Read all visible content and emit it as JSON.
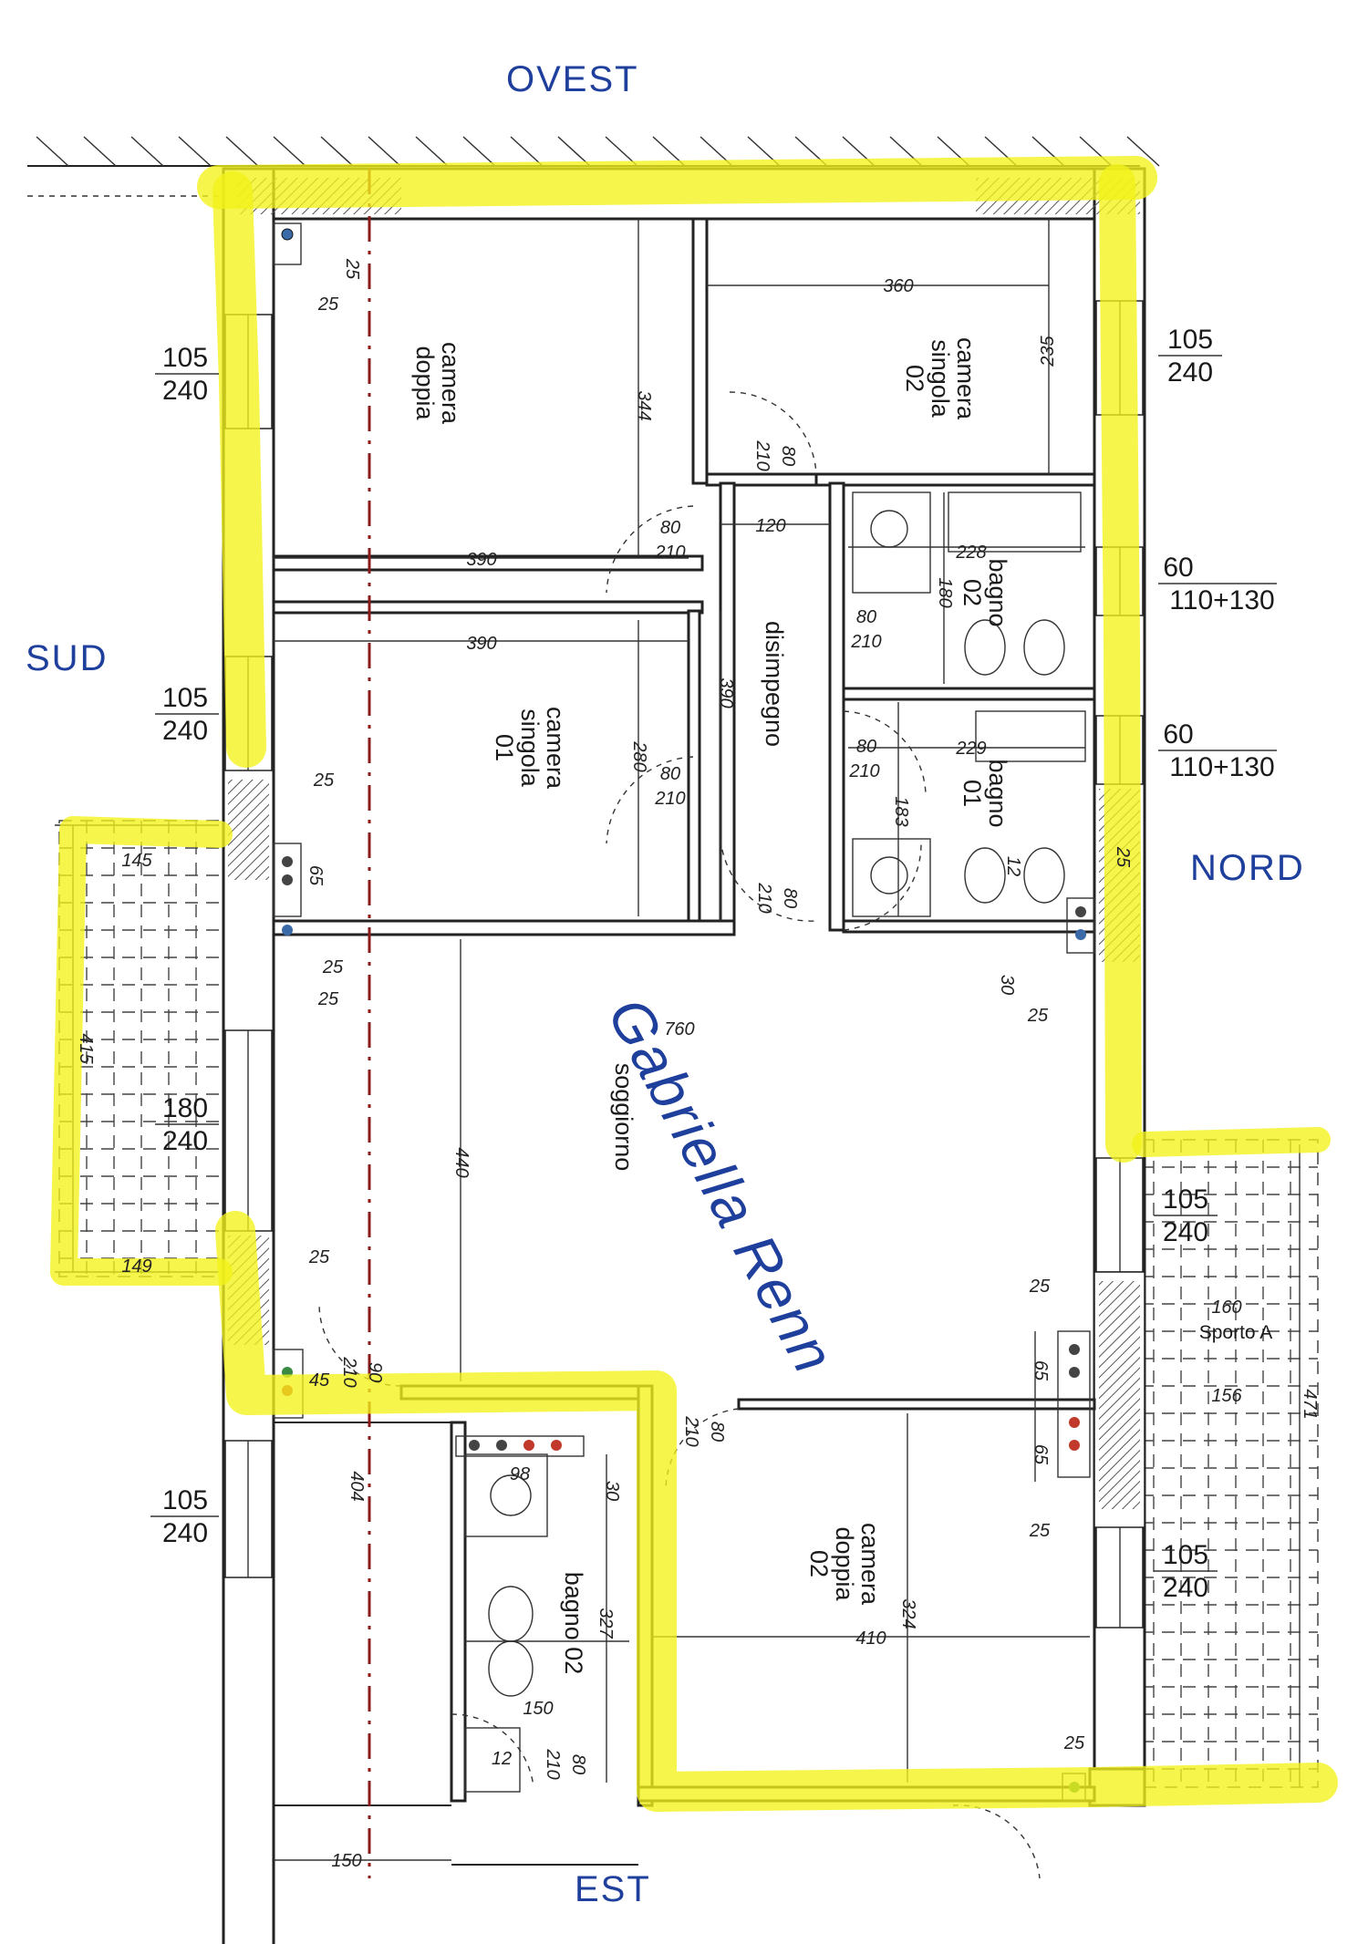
{
  "orientation": {
    "west": "OVEST",
    "south": "SUD",
    "north": "NORD",
    "east": "EST"
  },
  "rooms": {
    "camera_doppia": {
      "line1": "camera",
      "line2": "doppia"
    },
    "camera_singola_02": {
      "line1": "camera",
      "line2": "singola",
      "line3": "02"
    },
    "camera_singola_01": {
      "line1": "camera",
      "line2": "singola",
      "line3": "01"
    },
    "disimpegno": "disimpegno",
    "bagno_02_top": {
      "line1": "bagno",
      "line2": "02"
    },
    "bagno_01": {
      "line1": "bagno",
      "line2": "01"
    },
    "soggiorno": "soggiorno",
    "camera_doppia_02": {
      "line1": "camera",
      "line2": "doppia",
      "line3": "02"
    },
    "bagno_02_bottom": "bagno 02"
  },
  "windows": {
    "s1": {
      "w": "105",
      "h": "240"
    },
    "s2": {
      "w": "105",
      "h": "240"
    },
    "s3": {
      "w": "180",
      "h": "240"
    },
    "s4": {
      "w": "105",
      "h": "240"
    },
    "n1": {
      "w": "105",
      "h": "240"
    },
    "n2": {
      "w": "60",
      "h": "110+130"
    },
    "n3": {
      "w": "60",
      "h": "110+130"
    },
    "n4": {
      "w": "105",
      "h": "240"
    },
    "n5": {
      "w": "105",
      "h": "240"
    }
  },
  "dimensions": {
    "d360": "360",
    "d235": "235",
    "d344": "344",
    "d390a": "390",
    "d390b": "390",
    "d390c": "390",
    "d120": "120",
    "d228": "228",
    "d180": "180",
    "d229": "229",
    "d183": "183",
    "d280": "280",
    "d12a": "12",
    "d25a": "25",
    "d25b": "25",
    "d25c": "25",
    "d25d": "25",
    "d25e": "25",
    "d25f": "25",
    "d25g": "25",
    "d25h": "25",
    "d25i": "25",
    "d25j": "25",
    "d25k": "25",
    "d65a": "65",
    "d65b": "65",
    "d65c": "65",
    "d30a": "30",
    "d30b": "30",
    "d145": "145",
    "d415": "415",
    "d149": "149",
    "d760": "760",
    "d440": "440",
    "d45": "45",
    "d404": "404",
    "d98": "98",
    "d327": "327",
    "d150a": "150",
    "d150b": "150",
    "d12b": "12",
    "d324": "324",
    "d410": "410",
    "d160": "160",
    "d156": "156",
    "d471": "471"
  },
  "doors": {
    "dr1": {
      "w": "80",
      "h": "210"
    },
    "dr2": {
      "w": "80",
      "h": "210"
    },
    "dr3": {
      "w": "80",
      "h": "210"
    },
    "dr4": {
      "w": "80",
      "h": "210"
    },
    "dr5": {
      "w": "80",
      "h": "210"
    },
    "dr6": {
      "w": "80",
      "h": "210"
    },
    "dr7": {
      "w": "90",
      "h": "210"
    },
    "dr8": {
      "w": "80",
      "h": "210"
    },
    "dr9": {
      "w": "80",
      "h": "210"
    }
  },
  "sporto": "Sporto A",
  "signature": "Gabriella Renn",
  "colors": {
    "highlight": "#f2f21a",
    "axis": "#8b1a1a",
    "ink": "#1f3f9c"
  }
}
